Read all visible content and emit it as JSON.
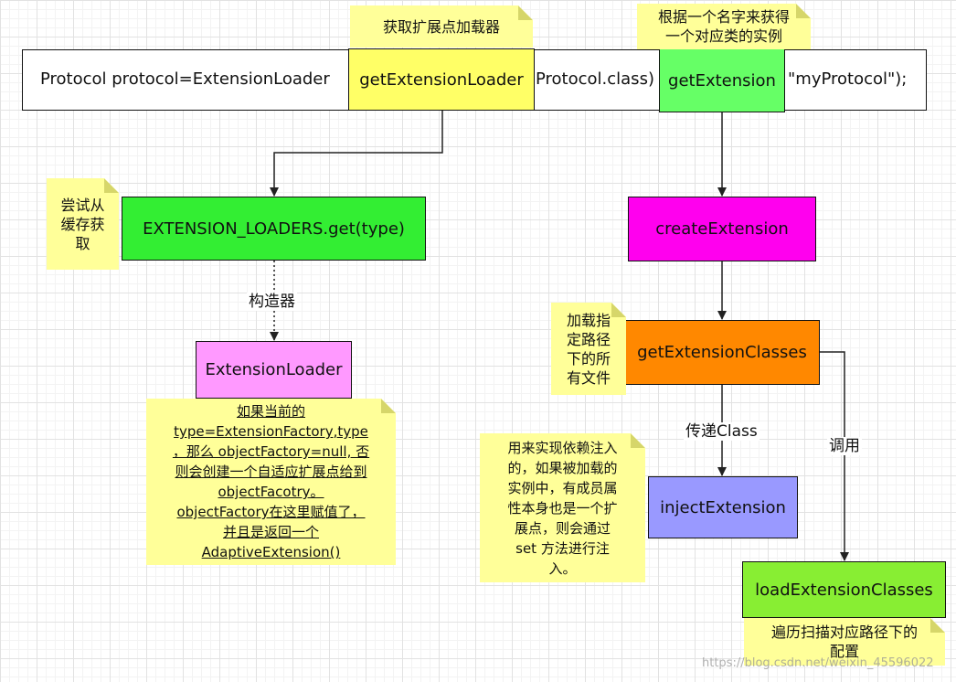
{
  "code_line": {
    "part1": "Protocol protocol=ExtensionLoader",
    "part2": "Protocol.class)",
    "part3": "\"myProtocol\");"
  },
  "boxes": {
    "get_extension_loader": "getExtensionLoader",
    "get_extension": "getExtension",
    "extension_loaders_get": "EXTENSION_LOADERS.get(type)",
    "create_extension": "createExtension",
    "extension_loader": "ExtensionLoader",
    "get_extension_classes": "getExtensionClasses",
    "inject_extension": "injectExtension",
    "load_extension_classes": "loadExtensionClasses"
  },
  "edge_labels": {
    "constructor": "构造器",
    "pass_class": "传递Class",
    "invoke": "调用"
  },
  "notes": {
    "get_loader": [
      "获取扩展点加载器"
    ],
    "get_by_name": [
      "根据一个名字来获得",
      "一个对应类的实例"
    ],
    "try_cache": [
      "尝试从",
      "缓存获",
      "取"
    ],
    "load_files": [
      "加载指",
      "定路径",
      "下的所",
      "有文件"
    ],
    "factory_note": [
      "如果当前的",
      "type=ExtensionFactory,type",
      "，那么 objectFactory=null, 否",
      "则会创建一个自适应扩展点给到",
      "objectFacotry。",
      "objectFactory在这里赋值了，",
      "并且是返回一个",
      "AdaptiveExtension()"
    ],
    "inject_note": [
      "用来实现依赖注入",
      "的，如果被加载的",
      "实例中，有成员属",
      "性本身也是一个扩",
      "展点，则会通过",
      "set 方法进行注",
      "入。"
    ],
    "traverse_note": [
      "遍历扫描对应路径下的",
      "配置"
    ]
  },
  "watermark": "https://blog.csdn.net/weixin_45596022",
  "colors": {
    "yellow_box": "#ffff66",
    "green_box": "#66ff66",
    "bright_green_box": "#33ee33",
    "magenta_box": "#ff00ee",
    "pink_box": "#ff99ff",
    "orange_box": "#ff8800",
    "lavender_box": "#9999ff",
    "lime_box": "#88ee33",
    "note_yellow": "#ffff99"
  }
}
